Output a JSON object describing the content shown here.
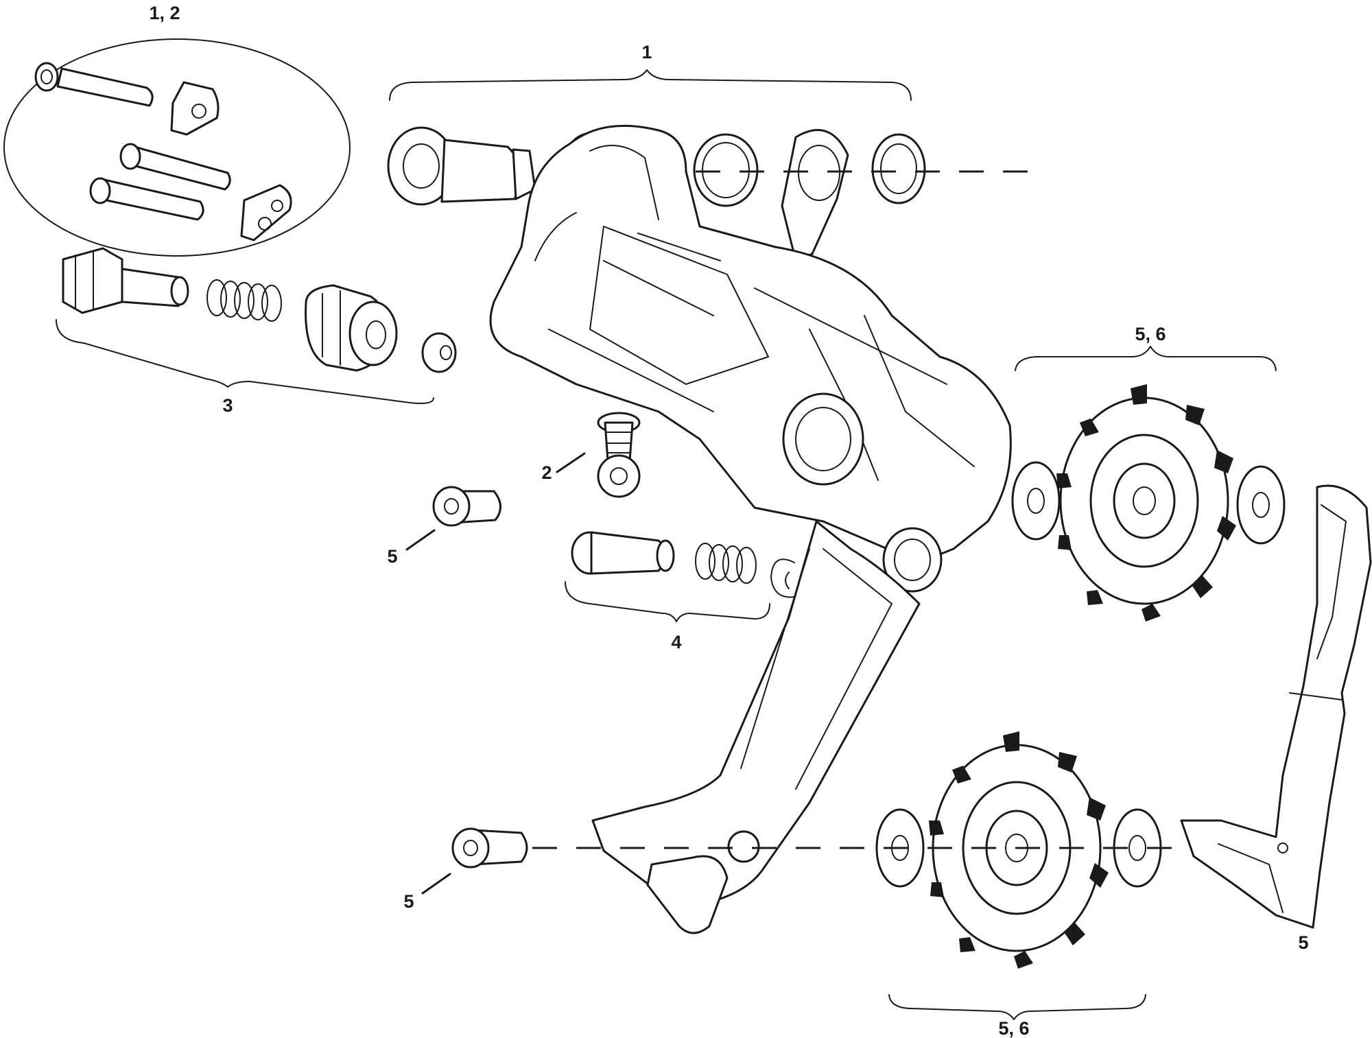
{
  "callouts": {
    "kit_1_2": "1, 2",
    "kit_1": "1",
    "kit_3": "3",
    "kit_2": "2",
    "kit_5_a": "5",
    "kit_4": "4",
    "kit_5_6_upper": "5, 6",
    "kit_5_b": "5",
    "kit_5_6_lower": "5, 6",
    "kit_5_c": "5"
  }
}
